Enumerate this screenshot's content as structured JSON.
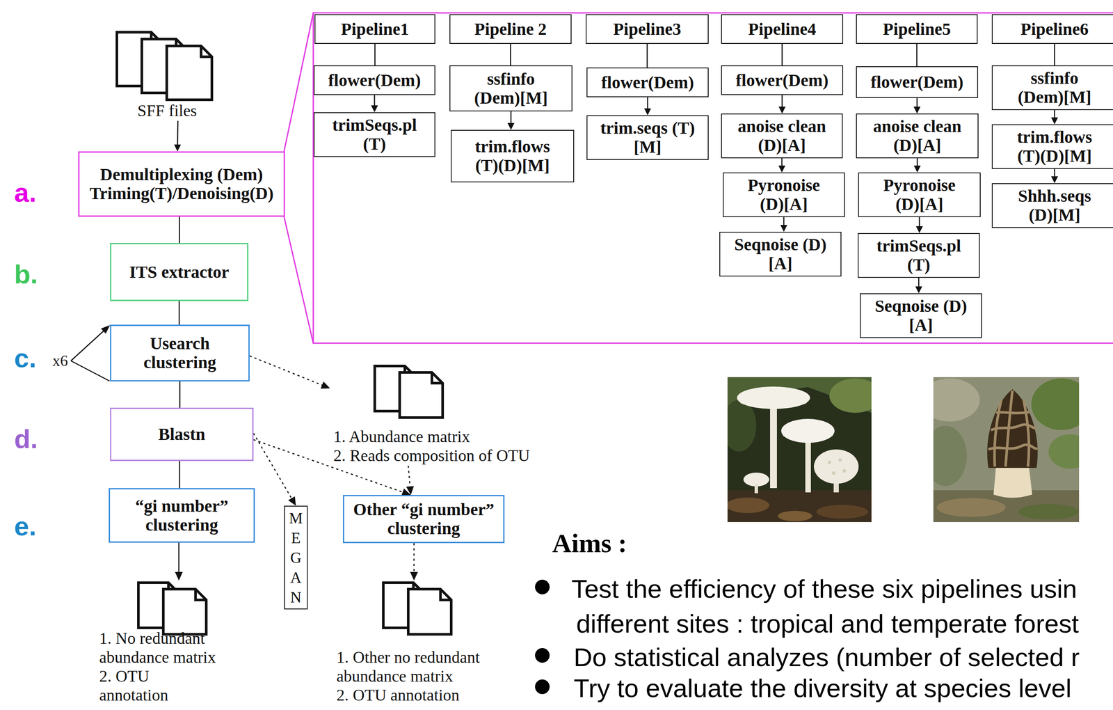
{
  "diagram": {
    "nodes": [
      {
        "text": [
          "SFF files"
        ]
      },
      {
        "text": [
          "Demultiplexing (Dem) Triming(T)/Denoising(D)"
        ]
      },
      {
        "text": [
          "Pipeline1"
        ]
      },
      {
        "text": [
          "flower(Dem)"
        ]
      },
      {
        "text": [
          "trimSeqs.pl (T)"
        ]
      },
      {
        "text": [
          "Pipeline 2"
        ]
      },
      {
        "text": [
          "ssfinfo (Dem)[M]"
        ]
      },
      {
        "text": [
          "trim.flows (T)(D)[M]"
        ]
      },
      {
        "text": [
          "Pipeline3"
        ]
      },
      {
        "text": [
          "flower(Dem)"
        ]
      },
      {
        "text": [
          "trim.seqs (T)[M]"
        ]
      },
      {
        "text": [
          "Pipeline4"
        ]
      },
      {
        "text": [
          "flower(Dem)"
        ]
      },
      {
        "text": [
          "anoise clean (D)[A]"
        ]
      },
      {
        "text": [
          "Pyronoise (D)[A]"
        ]
      },
      {
        "text": [
          "Seqnoise (D)[A]"
        ]
      },
      {
        "text": [
          "Pipeline5"
        ]
      },
      {
        "text": [
          "flower(Dem)"
        ]
      },
      {
        "text": [
          "anoise clean (D)[A]"
        ]
      },
      {
        "text": [
          "Pyronoise (D)[A]"
        ]
      },
      {
        "text": [
          "trimSeqs.pl (T)"
        ]
      },
      {
        "text": [
          "Seqnoise (D)[A]"
        ]
      },
      {
        "text": [
          "Pipeline6"
        ]
      },
      {
        "text": [
          "ssfinfo (Dem)[M]"
        ]
      },
      {
        "text": [
          "trim.flows (T)(D)[M]"
        ]
      },
      {
        "text": [
          "Shhh.seqs (D)[M]"
        ]
      },
      {
        "text": [
          "ITS extractor"
        ]
      },
      {
        "text": [
          "Usearch clustering"
        ]
      },
      {
        "text": [
          "1. Abundance matrix",
          "2. Reads composition of OTU"
        ]
      },
      {
        "text": [
          "Blastn"
        ]
      },
      {
        "text": [
          "“gi number” clustering"
        ]
      },
      {
        "text": [
          "MEGAN"
        ]
      },
      {
        "text": [
          "Other “gi number” clustering"
        ]
      },
      {
        "text": [
          "1. No redundant abundance matrix",
          "2. OTU annotation"
        ]
      },
      {
        "text": [
          "1. Other no redundant abundance matrix",
          "2. OTU annotation"
        ]
      }
    ],
    "edges": [
      {
        "from": 0,
        "to": 1,
        "arrow": "to"
      },
      {
        "from": 2,
        "to": 3,
        "arrow": "none"
      },
      {
        "from": 3,
        "to": 4,
        "arrow": "to"
      },
      {
        "from": 5,
        "to": 6,
        "arrow": "none"
      },
      {
        "from": 6,
        "to": 7,
        "arrow": "to"
      },
      {
        "from": 8,
        "to": 9,
        "arrow": "none"
      },
      {
        "from": 9,
        "to": 10,
        "arrow": "to"
      },
      {
        "from": 11,
        "to": 12,
        "arrow": "none"
      },
      {
        "from": 12,
        "to": 13,
        "arrow": "to"
      },
      {
        "from": 13,
        "to": 14,
        "arrow": "to"
      },
      {
        "from": 14,
        "to": 15,
        "arrow": "to"
      },
      {
        "from": 16,
        "to": 17,
        "arrow": "none"
      },
      {
        "from": 17,
        "to": 18,
        "arrow": "to"
      },
      {
        "from": 18,
        "to": 19,
        "arrow": "to"
      },
      {
        "from": 19,
        "to": 20,
        "arrow": "to"
      },
      {
        "from": 20,
        "to": 21,
        "arrow": "to"
      },
      {
        "from": 22,
        "to": 23,
        "arrow": "none"
      },
      {
        "from": 23,
        "to": 24,
        "arrow": "to"
      },
      {
        "from": 24,
        "to": 25,
        "arrow": "to"
      },
      {
        "from": 1,
        "to": 26,
        "arrow": "none"
      },
      {
        "from": 26,
        "to": 27,
        "arrow": "none"
      },
      {
        "from": 27,
        "to": 29,
        "arrow": "none"
      },
      {
        "from": 29,
        "to": 30,
        "arrow": "none"
      },
      {
        "from": 30,
        "to": 33,
        "arrow": "to"
      },
      {
        "from": 27,
        "to": 28,
        "arrow": "to"
      },
      {
        "from": 29,
        "to": 31,
        "arrow": "to"
      },
      {
        "from": 29,
        "to": 32,
        "arrow": "to"
      },
      {
        "from": 28,
        "to": 32,
        "arrow": "to"
      },
      {
        "from": 32,
        "to": 34,
        "arrow": "to"
      }
    ],
    "labels": [
      "a.",
      "b.",
      "c.",
      "d.",
      "e.",
      "x6",
      "Aims :",
      "Test the efficiency of these six pipelines usin",
      "different sites : tropical and temperate forest",
      "Do statistical analyzes (number of selected r",
      "Try to evaluate the diversity at species level"
    ]
  }
}
